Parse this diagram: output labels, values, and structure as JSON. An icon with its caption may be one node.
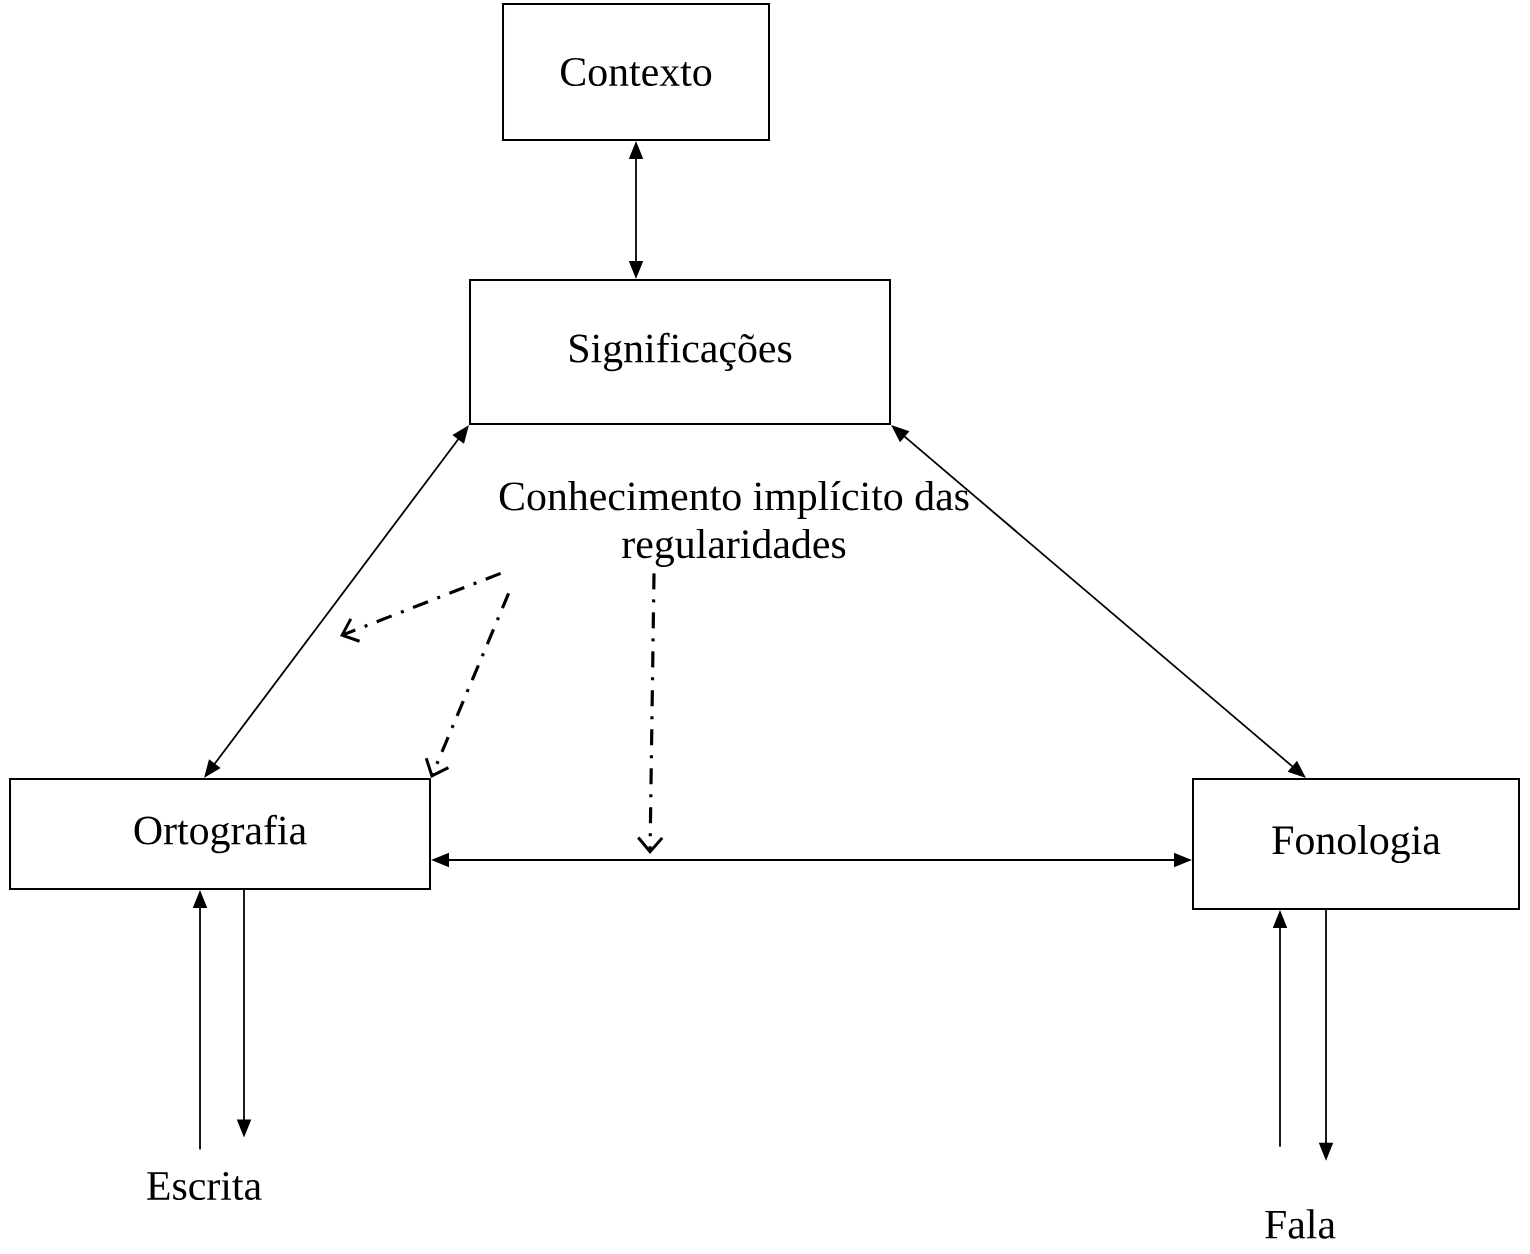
{
  "diagram": {
    "nodes": [
      {
        "text": [
          "Contexto"
        ]
      },
      {
        "text": [
          "Significações"
        ]
      },
      {
        "text": [
          "Ortografia"
        ]
      },
      {
        "text": [
          "Fonologia"
        ]
      },
      {
        "text": [
          "Conhecimento implícito das regularidades"
        ]
      },
      {
        "text": [
          "Escrita"
        ]
      },
      {
        "text": [
          "Fala"
        ]
      }
    ],
    "edges": [
      {
        "from": 0,
        "to": 1,
        "arrow": "both"
      },
      {
        "from": 1,
        "to": 2,
        "arrow": "both"
      },
      {
        "from": 1,
        "to": 3,
        "arrow": "both"
      },
      {
        "from": 2,
        "to": 3,
        "arrow": "both"
      },
      {
        "from": 4,
        "to": null,
        "arrow": "to",
        "style": "dashed"
      },
      {
        "from": 4,
        "to": 2,
        "arrow": "to",
        "style": "dashed"
      },
      {
        "from": 4,
        "to": null,
        "arrow": "to",
        "style": "dashed"
      },
      {
        "from": 5,
        "to": 2,
        "arrow": "to"
      },
      {
        "from": 2,
        "to": 5,
        "arrow": "to"
      },
      {
        "from": 6,
        "to": 3,
        "arrow": "to"
      },
      {
        "from": 3,
        "to": 6,
        "arrow": "to"
      }
    ]
  }
}
